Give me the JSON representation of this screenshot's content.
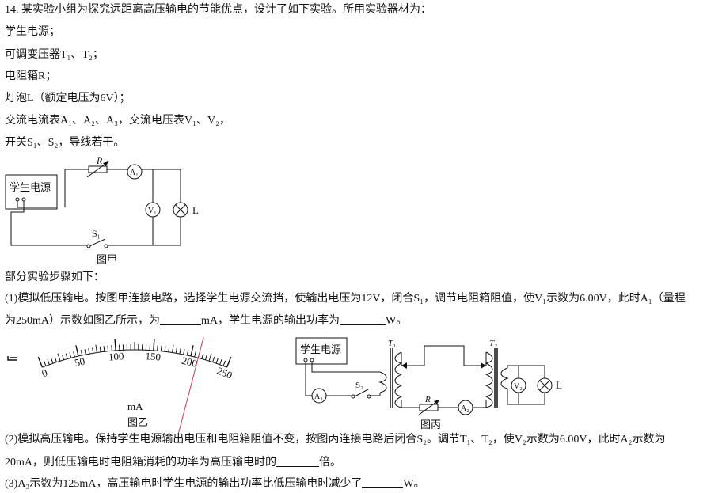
{
  "question": {
    "intro": "14. 某实验小组为探究远距离高压输电的节能优点，设计了如下实验。所用实验器材为：",
    "materials": [
      "学生电源；",
      "可调变压器T₁、T₂；",
      "电阻箱R；",
      "灯泡L（额定电压为6V）；",
      "交流电流表A₁、A₂、A₃，交流电压表V₁、V₂，",
      "开关S₁、S₂，导线若干。"
    ],
    "steps_intro": "部分实验步骤如下：",
    "step1_line1": "(1)模拟低压输电。按图甲连接电路，选择学生电源交流挡，使输出电压为12V，闭合S₁，调节电阻箱阻值，使V₁示数为6.00V，此时A₁（量程",
    "step1_line2_a": "为250mA）示数如图乙所示，为",
    "step1_line2_b": "mA，学生电源的输出功率为",
    "step1_line2_c": "W。",
    "step2_line1": "(2)模拟高压输电。保持学生电源输出电压和电阻箱阻值不变，按图丙连接电路后闭合S₂。调节T₁、T₂，使V₂示数为6.00V，此时A₂示数为",
    "step2_line2_a": "20mA，则低压输电时电阻箱消耗的功率为高压输电时的",
    "step2_line2_b": "倍。",
    "step3_a": "(3)A₃示数为125mA，高压输电时学生电源的输出功率比低压输电时减少了",
    "step3_b": "W。"
  },
  "figure_jia": {
    "caption": "图甲",
    "source_label": "学生电源",
    "resistor_label": "R",
    "ammeter_label": "A₁",
    "voltmeter_label": "V₁",
    "lamp_label": "L",
    "switch_label": "S₁"
  },
  "figure_yi": {
    "caption": "图乙",
    "unit": "mA",
    "scale_labels": [
      "0",
      "50",
      "100",
      "150",
      "200",
      "250"
    ],
    "scale_max": 250,
    "needle_value": 210
  },
  "figure_bing": {
    "caption": "图丙",
    "source_label": "学生电源",
    "t1_label": "T₁",
    "t2_label": "T₂",
    "switch_label": "S₂",
    "resistor_label": "R",
    "ammeter3_label": "A₃",
    "ammeter2_label": "A₂",
    "voltmeter_label": "V₂",
    "lamp_label": "L"
  }
}
